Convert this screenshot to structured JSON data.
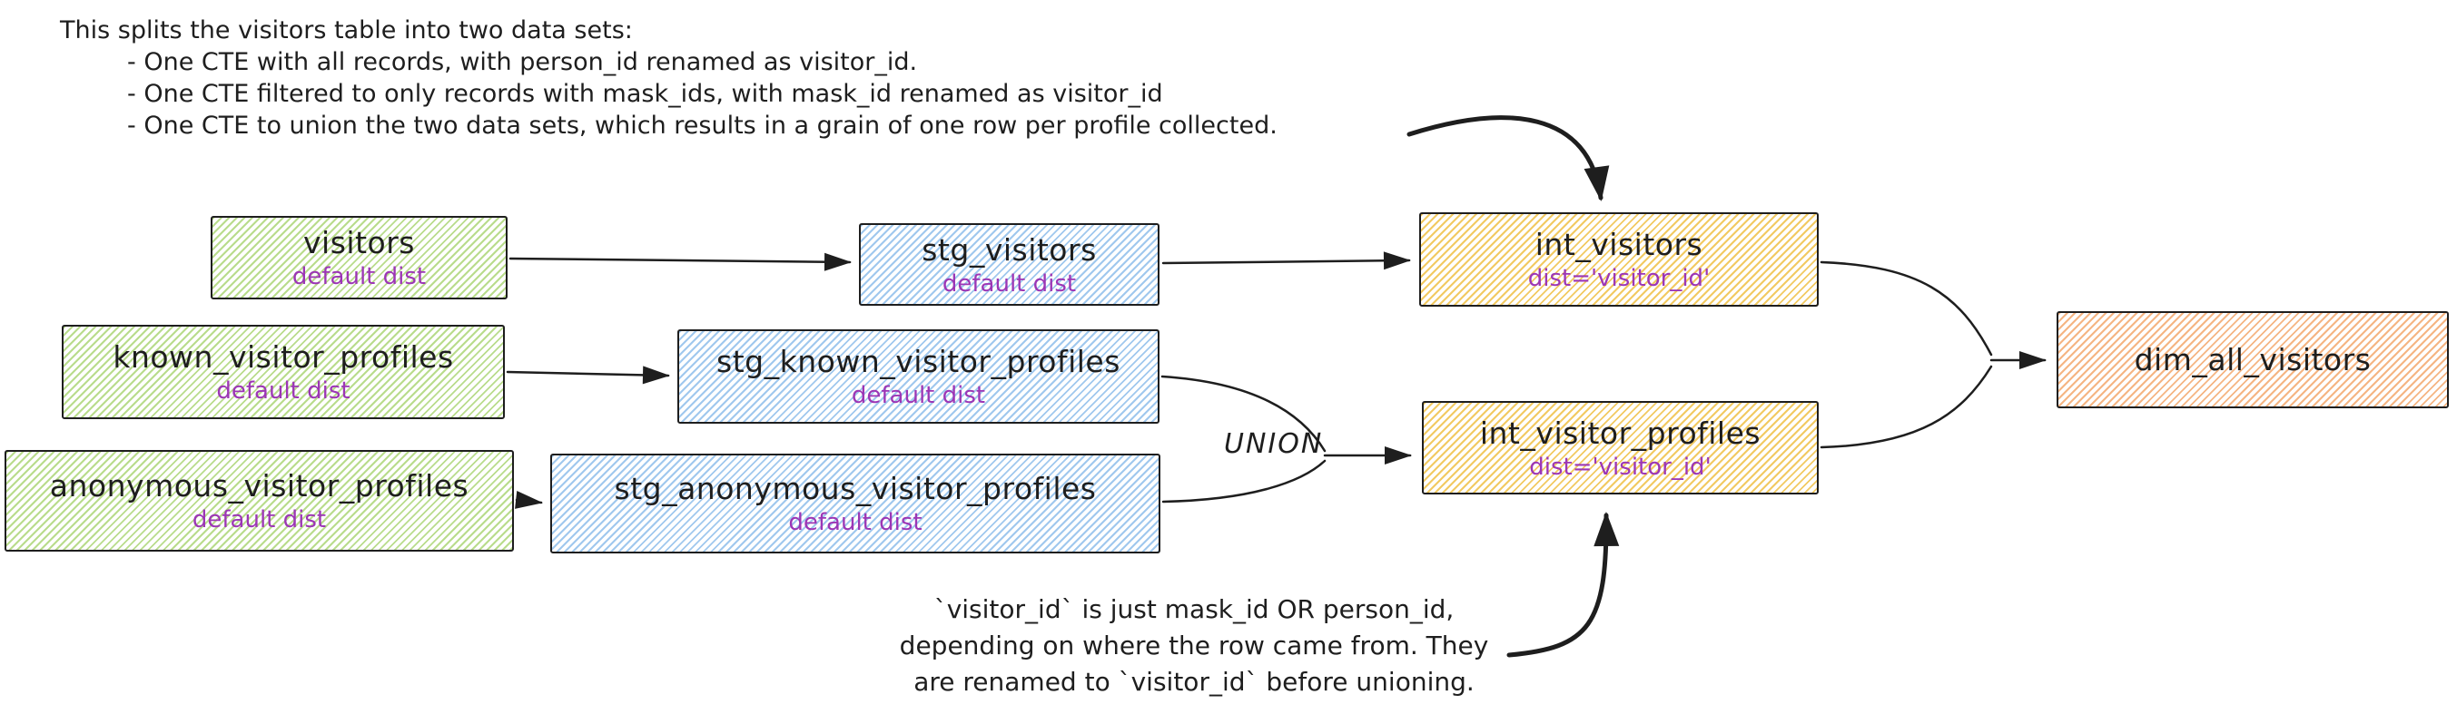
{
  "diagram": {
    "top_annotation": {
      "lines": [
        "This splits the visitors table into two data sets:",
        "- One CTE with all records, with person_id renamed as visitor_id.",
        "- One CTE filtered to only records with mask_ids, with mask_id renamed as visitor_id",
        "- One CTE to union the two data sets, which results in a grain of one row per profile collected."
      ]
    },
    "bottom_annotation": {
      "lines": [
        "`visitor_id` is just mask_id OR person_id,",
        "depending on where the row came from. They",
        "are renamed to `visitor_id` before unioning."
      ]
    },
    "union_label": "UNION",
    "nodes": [
      {
        "id": "visitors",
        "title": "visitors",
        "subtitle": "default dist",
        "color": "green"
      },
      {
        "id": "stg_visitors",
        "title": "stg_visitors",
        "subtitle": "default dist",
        "color": "blue"
      },
      {
        "id": "int_visitors",
        "title": "int_visitors",
        "subtitle": "dist='visitor_id'",
        "color": "yellow"
      },
      {
        "id": "known_visitor_profiles",
        "title": "known_visitor_profiles",
        "subtitle": "default dist",
        "color": "green"
      },
      {
        "id": "stg_known_visitor_profiles",
        "title": "stg_known_visitor_profiles",
        "subtitle": "default dist",
        "color": "blue"
      },
      {
        "id": "anonymous_visitor_profiles",
        "title": "anonymous_visitor_profiles",
        "subtitle": "default dist",
        "color": "green"
      },
      {
        "id": "stg_anonymous_visitor_profiles",
        "title": "stg_anonymous_visitor_profiles",
        "subtitle": "default dist",
        "color": "blue"
      },
      {
        "id": "int_visitor_profiles",
        "title": "int_visitor_profiles",
        "subtitle": "dist='visitor_id'",
        "color": "yellow"
      },
      {
        "id": "dim_all_visitors",
        "title": "dim_all_visitors",
        "subtitle": "",
        "color": "orange"
      }
    ],
    "edges": [
      {
        "from": "visitors",
        "to": "stg_visitors"
      },
      {
        "from": "stg_visitors",
        "to": "int_visitors"
      },
      {
        "from": "known_visitor_profiles",
        "to": "stg_known_visitor_profiles"
      },
      {
        "from": "anonymous_visitor_profiles",
        "to": "stg_anonymous_visitor_profiles"
      },
      {
        "from": "stg_known_visitor_profiles",
        "to": "int_visitor_profiles",
        "label": "UNION"
      },
      {
        "from": "stg_anonymous_visitor_profiles",
        "to": "int_visitor_profiles",
        "label": "UNION"
      },
      {
        "from": "int_visitors",
        "to": "dim_all_visitors"
      },
      {
        "from": "int_visitor_profiles",
        "to": "dim_all_visitors"
      }
    ],
    "colors": {
      "stroke": "#1e1e1e",
      "annotation_text": "#1e1e1e",
      "subtitle_text": "#9c36b5",
      "green": "#b9dc8c",
      "blue": "#a0c8ee",
      "yellow": "#f2ca62",
      "orange": "#f5b583"
    }
  }
}
